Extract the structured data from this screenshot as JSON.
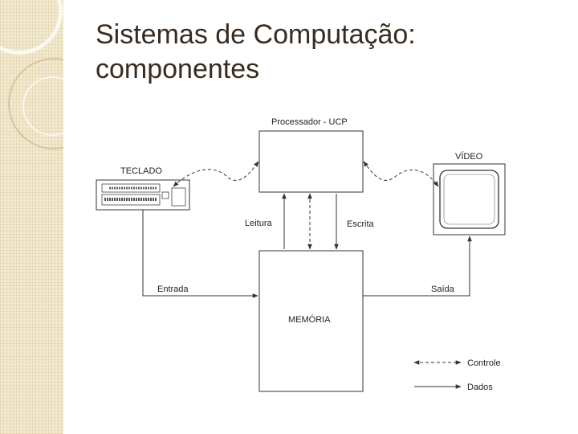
{
  "slide": {
    "title_line1": "Sistemas de Computação:",
    "title_line2": "componentes"
  },
  "diagram": {
    "cpu_label": "Processador - UCP",
    "keyboard_label": "TECLADO",
    "video_label": "VÍDEO",
    "memory_label": "MEMÓRIA",
    "read_label": "Leitura",
    "write_label": "Escrita",
    "input_label": "Entrada",
    "output_label": "Saída",
    "legend_control": "Controle",
    "legend_data": "Dados"
  },
  "colors": {
    "title": "#3a2b1f",
    "sidebar": "#f3e9cf",
    "line": "#333333"
  }
}
